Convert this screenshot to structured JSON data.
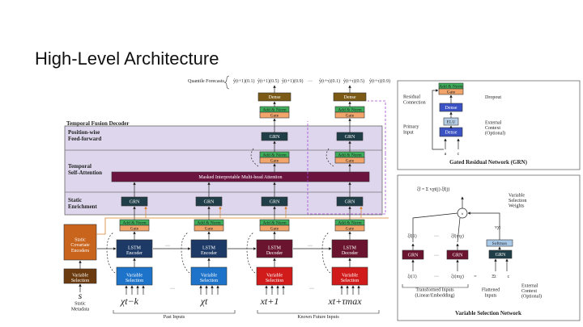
{
  "slide": {
    "title": "High-Level Architecture"
  },
  "colors": {
    "grn": "#1f3e47",
    "norm": "#3fae5a",
    "gate": "#f2a56b",
    "dense": "#7a5a14",
    "lstm_enc": "#1d3a66",
    "lstm_dec": "#6b1430",
    "vs_past": "#1c73c9",
    "vs_future": "#d11b1b",
    "static": "#c8641c",
    "attention": "#6b1440",
    "decoder_bg": "#ddd6ec",
    "elu": "#b6cfe6",
    "softmax": "#a8c8e8"
  },
  "main": {
    "quantile_label": "Quantile Forecasts",
    "quantiles_a": [
      "ŷ(t+1)(0.1)",
      "ŷ(t+1)(0.5)",
      "ŷ(t+1)(0.9)"
    ],
    "dots": "···",
    "quantiles_b": [
      "ŷ(t+τ)(0.1)",
      "ŷ(t+τ)(0.5)",
      "ŷ(t+τ)(0.9)"
    ],
    "tfd_title": "Temporal Fusion Decoder",
    "row_positionwise": "Position-wise\nFeed-forward",
    "row_temporal": "Temporal\nSelf-Attention",
    "row_static": "Static\nEnrichment",
    "mha_label": "Masked Interpretable Multi-head Attention",
    "grn": "GRN",
    "add_norm": "Add & Norm",
    "gate": "Gate",
    "dense": "Dense",
    "static_encoders": "Static\nCovariate\nEncoders",
    "variable_selection": "Variable\nSelection",
    "lstm_encoder": "LSTM\nEncoder",
    "lstm_decoder": "LSTM\nDecoder",
    "static_sym": "s",
    "static_metadata": "Static\nMetadata",
    "x_tk": "χt−k",
    "x_t": "χt",
    "x_t1": "xt+1",
    "x_tmax": "xt+τmax",
    "past_inputs": "Past Inputs",
    "future_inputs": "Known Future Inputs"
  },
  "grn_panel": {
    "title": "Gated Residual Network (GRN)",
    "add_norm": "Add & Norm",
    "gate": "Gate",
    "dense": "Dense",
    "elu": "ELU",
    "residual": "Residual\nConnection",
    "dropout": "Dropout",
    "primary": "Primary\nInput",
    "external": "External\nContext\n(Optional)",
    "a": "a",
    "c": "c"
  },
  "vsn_panel": {
    "title": "Variable Selection Network",
    "formula": "ξ̃t = Σ vχt(j) ξ̃t(j)",
    "weights_label": "Variable\nSelection\nWeights",
    "v": "vχt",
    "softmax": "Softmax",
    "grn": "GRN",
    "xi1_tilde": "ξ̃t(1)",
    "xim_tilde": "ξ̃t(mχ)",
    "xi1": "ξt(1)",
    "xim": "ξt(mχ)",
    "Xi": "Ξt",
    "c": "c",
    "dots": "···",
    "transformed": "Transformed Inputs\n(Linear/Embedding)",
    "flattened": "Flattened\nInputs",
    "external": "External\nContext\n(Optional)"
  }
}
